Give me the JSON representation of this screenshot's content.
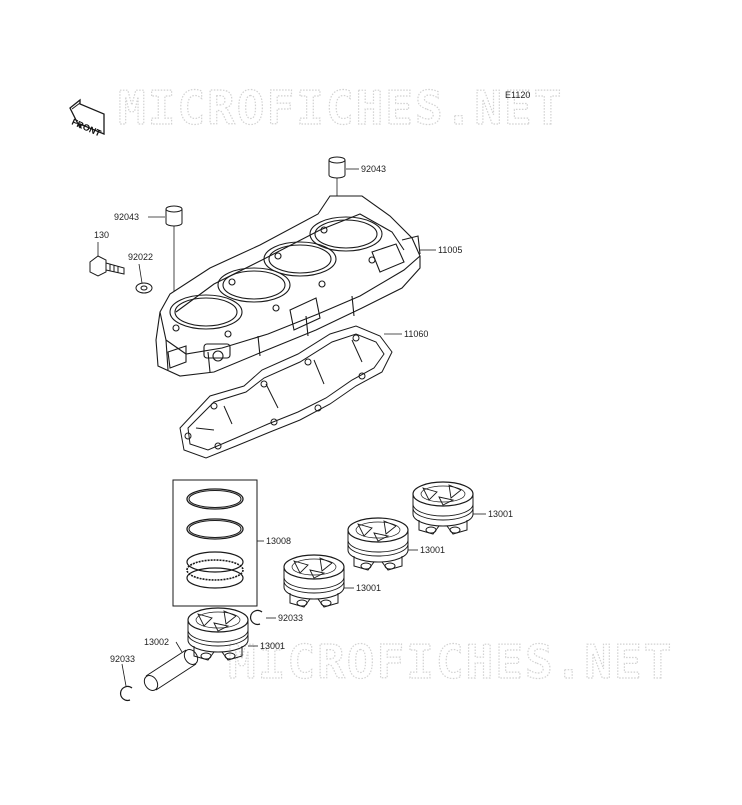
{
  "diagram_code": "E1120",
  "watermark_text": "MICROFICHES.NET",
  "front_label": "FRONT",
  "colors": {
    "line": "#1a1a1a",
    "watermark": "#d2d2d2",
    "background": "#ffffff"
  },
  "parts": {
    "dowel_upper": "92043",
    "dowel_left": "92043",
    "bolt": "130",
    "washer": "92022",
    "cylinder": "11005",
    "gasket": "11060",
    "ring_set": "13008",
    "piston_1": "13001",
    "piston_2": "13001",
    "piston_3": "13001",
    "piston_4": "13001",
    "circlip_right": "92033",
    "piston_pin": "13002",
    "circlip_left": "92033"
  }
}
